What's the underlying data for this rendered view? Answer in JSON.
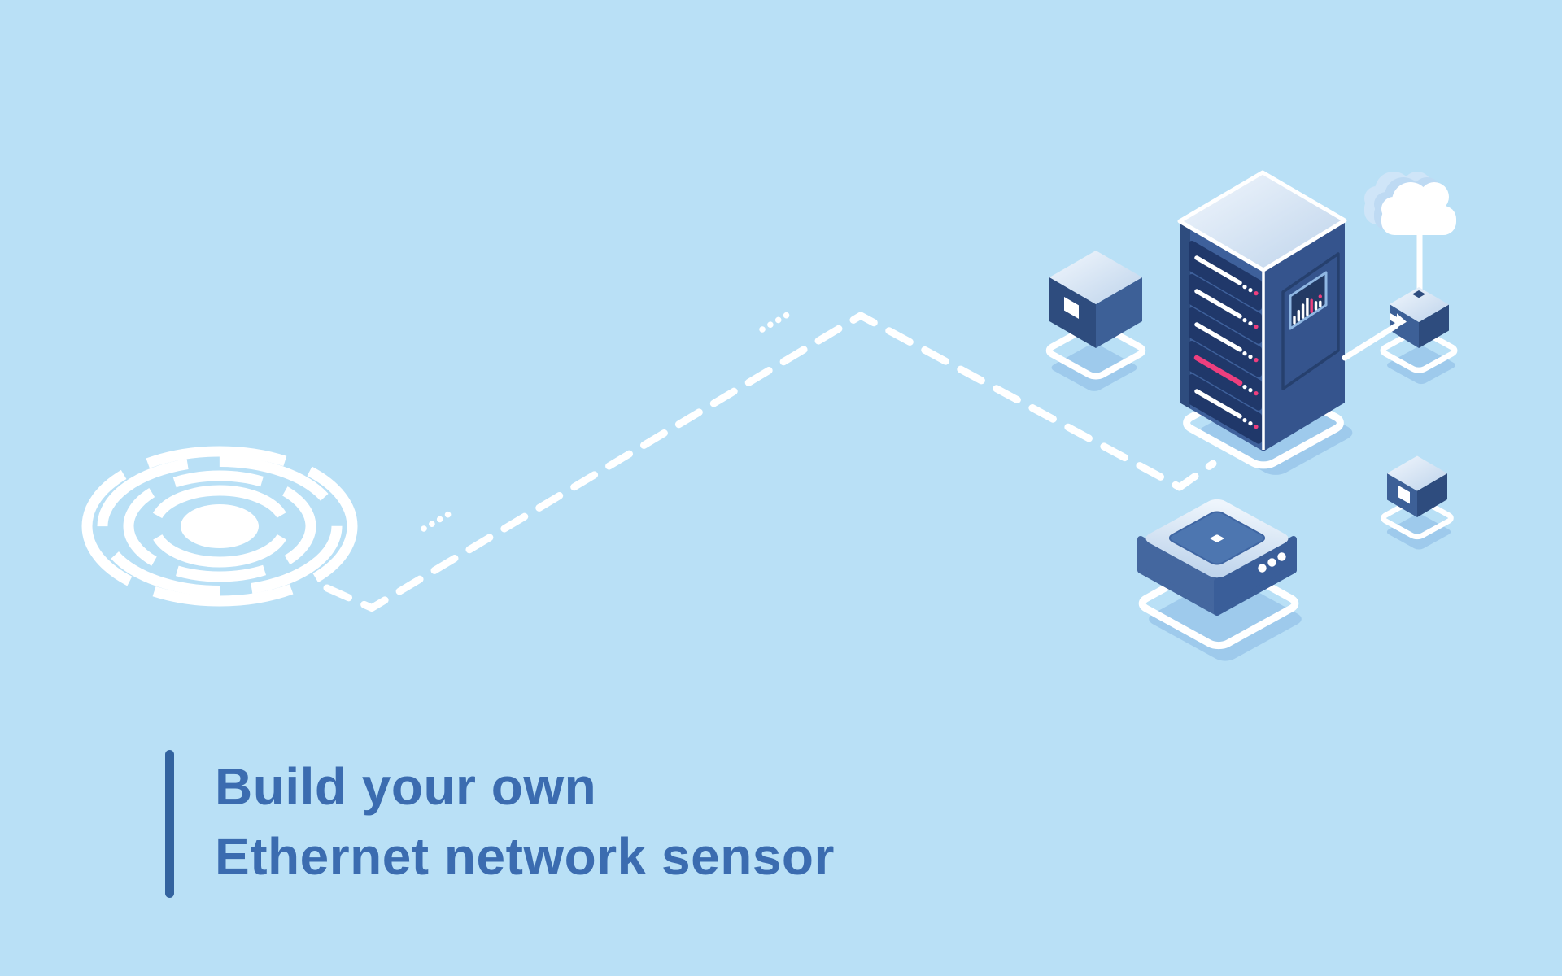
{
  "page": {
    "title_line1": "Build your own",
    "title_line2": "Ethernet network sensor"
  },
  "icons": [
    "signal-ripple-icon",
    "dashed-connection-line",
    "fading-dots",
    "server-rack-icon",
    "server-slot",
    "equalizer-panel",
    "cube-icon",
    "cloud-icon",
    "cloud-upload-cube-icon",
    "arrow-port-icon",
    "small-cube-icon",
    "router-device-icon",
    "platform-ring",
    "platform-shadow",
    "led-dots"
  ],
  "colors": {
    "background": "#b9e0f6",
    "white": "#ffffff",
    "heading_text": "#3b6cb0",
    "heading_bar": "#33639f",
    "shadow_blue": "#9ecaec",
    "cloud_tint_light": "#cfe5f8",
    "cloud_tint_mid": "#bedaf3",
    "deep_navy": "#2e4c7e",
    "face_blue": "#3e609b",
    "side_blue": "#35548d",
    "slot_navy": "#20386a",
    "accent_pink": "#ee3f7e",
    "panel_navy": "#233a64",
    "panel_border": "#8fb7e3",
    "door_line": "#26406e",
    "inset_blue": "#4d76b0",
    "inset_border": "#3f66a3",
    "router_left": "#44679f",
    "router_right": "#3a5e99",
    "cube_medium": "#3d6097",
    "top_face_light": "#f2f7fd",
    "top_face_mid": "#bdd3eb"
  }
}
